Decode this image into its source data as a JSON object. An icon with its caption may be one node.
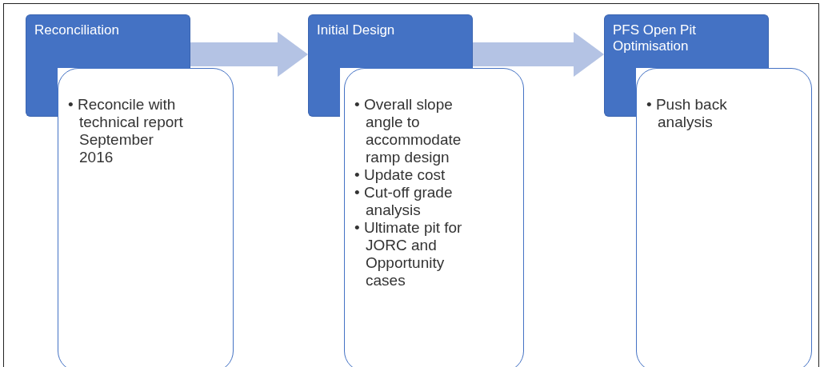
{
  "diagram": {
    "nodes": [
      {
        "text": [
          "Reconciliation"
        ]
      },
      {
        "text": [
          "• Reconcile with technical report September 2016"
        ]
      },
      {
        "text": [
          "Initial Design"
        ]
      },
      {
        "text": [
          "• Overall slope angle to accommodate ramp design",
          "• Update cost",
          "• Cut-off grade analysis",
          "• Ultimate pit for JORC and Opportunity cases"
        ]
      },
      {
        "text": [
          "PFS Open Pit Optimisation"
        ]
      },
      {
        "text": [
          "• Push back analysis"
        ]
      }
    ],
    "edges": [
      {
        "from": 0,
        "to": 2,
        "arrow": "to"
      },
      {
        "from": 2,
        "to": 4,
        "arrow": "to"
      }
    ]
  }
}
